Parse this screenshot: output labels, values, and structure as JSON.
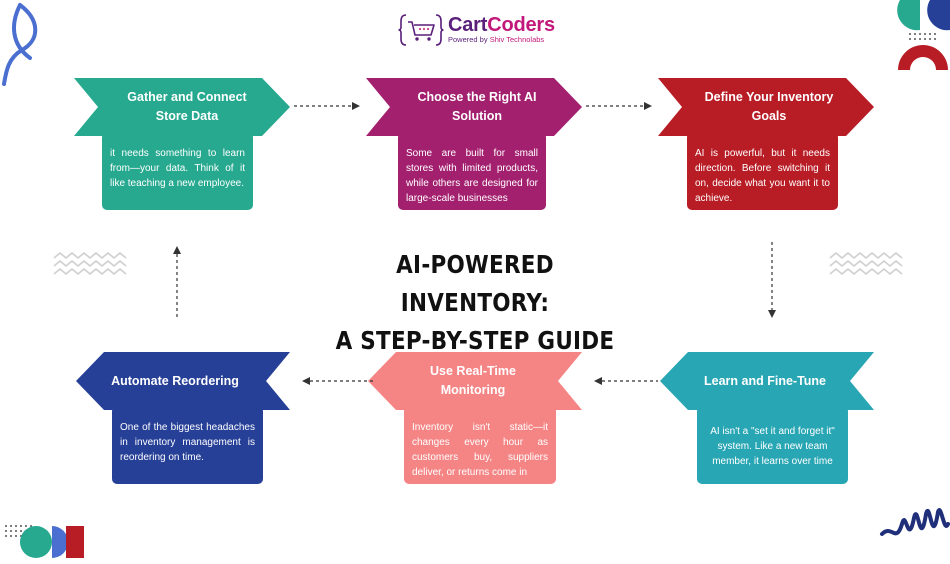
{
  "brand": {
    "name_part1": "Cart",
    "name_part2": "Coders",
    "tagline_prefix": "Powered by ",
    "tagline_company": "Shiv Technolabs"
  },
  "title": {
    "line1": "AI-POWERED INVENTORY:",
    "line2": "A STEP-BY-STEP GUIDE"
  },
  "steps": [
    {
      "title": "Gather and Connect Store Data",
      "body": "it needs something to learn from—your data. Think of it like teaching a new employee.",
      "color": "#26a98f"
    },
    {
      "title": "Choose the Right AI Solution",
      "body": "Some are built for small stores with limited products, while others are designed for large-scale businesses",
      "color": "#a3206f"
    },
    {
      "title": "Define Your Inventory Goals",
      "body": "AI is powerful, but it needs direction. Before switching it on, decide what you want it to achieve.",
      "color": "#b81c25"
    },
    {
      "title": "Learn and Fine-Tune",
      "body": "AI isn't a \"set it and forget it\" system. Like a new team member, it learns over time",
      "color": "#28a6b4"
    },
    {
      "title": "Use Real-Time Monitoring",
      "body": "Inventory isn't static—it changes every hour as customers buy, suppliers deliver, or returns come in",
      "color": "#f58585"
    },
    {
      "title": "Automate Reordering",
      "body": "One of the biggest headaches in inventory management is reordering on time.",
      "color": "#263f97"
    }
  ]
}
